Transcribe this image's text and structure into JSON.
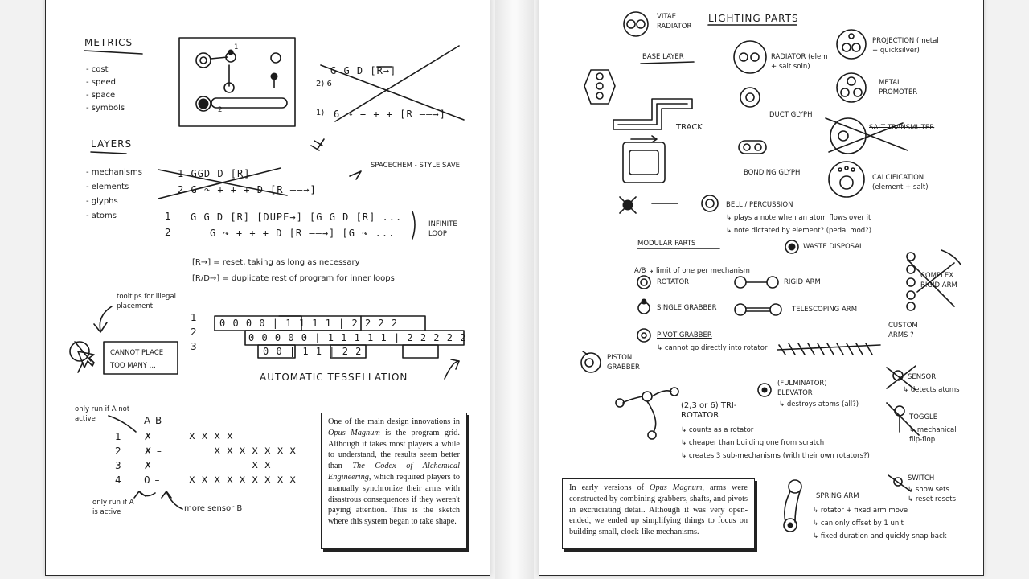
{
  "left": {
    "metrics": {
      "title": "METRICS",
      "items": [
        "- cost",
        "- speed",
        "- space",
        "- symbols"
      ]
    },
    "layers": {
      "title": "LAYERS",
      "items": [
        "- mechanisms",
        "- elements",
        "- glyphs",
        "- atoms"
      ]
    },
    "diagram_labels": {
      "one": "1",
      "two": "2"
    },
    "sequence_top": {
      "row2_label": "2) 6",
      "row2_code": "G G D [R→]",
      "row1_label": "1)",
      "row1_code": "6 ↷ + + + [R ——→]"
    },
    "spacechem_note": "SPACECHEM - STYLE SAVE",
    "crossed": {
      "r1": "1 GGD D [R]",
      "r2": "2 G ↷ + + + D [R ——→]"
    },
    "loop": {
      "n1": "1",
      "n2": "2",
      "r1": "G G D [R] [DUPE→] [G G D [R] ...",
      "r2": "G ↷ + + + D [R ——→] [G ↷ ...",
      "note": "INFINITE LOOP"
    },
    "defs": {
      "reset": "[R→] = reset, taking as long as necessary",
      "dupe": "[R/D→] = duplicate rest of program for inner loops"
    },
    "tooltip": {
      "note": "tooltips for illegal placement",
      "box_line1": "CANNOT PLACE",
      "box_line2": "TOO MANY ..."
    },
    "tessellation": {
      "rows": [
        {
          "n": "1",
          "cells": "0 0 0 0 | 1 1 1 1 | 2 2 2 2"
        },
        {
          "n": "2",
          "cells": "0 0 0 0 0 | 1 1 1 1 1 | 2 2 2 2 2"
        },
        {
          "n": "3",
          "cells": "0 0 | 1 1 | 2 2"
        }
      ],
      "label": "AUTOMATIC TESSELLATION"
    },
    "grid": {
      "note_top": "only run if A not active",
      "header": "A B",
      "rows": [
        {
          "n": "1",
          "ab": "✗ –",
          "x": "x x x x"
        },
        {
          "n": "2",
          "ab": "✗ –",
          "x": "    x x x x x x x"
        },
        {
          "n": "3",
          "ab": "✗ –",
          "x": "          x x"
        },
        {
          "n": "4",
          "ab": "0 –",
          "x": "x x x x x x x x x"
        }
      ],
      "note_bottom": "only run if A is active",
      "sensor_note": "more sensor B"
    },
    "caption": {
      "p1": "One of the main design innovations in ",
      "e1": "Opus Magnum",
      "p2": " is the program grid. Although it takes most players a while to understand, the results seem better than ",
      "e2": "The Codex of Alchemical Engineering",
      "p3": ", which required players to manually synchronize their arms with disastrous consequences if they weren't paying attention. This is the sketch where this system began to take shape."
    }
  },
  "right": {
    "vitae": "VITAE RADIATOR",
    "lighting": "LIGHTING PARTS",
    "base_layer": "BASE LAYER",
    "radiator": "RADIATOR (elem + salt soln)",
    "projection": "PROJECTION (metal + quicksilver)",
    "metal_promoter": "METAL PROMOTER",
    "track": "TRACK",
    "duct_glyph": "DUCT GLYPH",
    "bonding_glyph": "BONDING GLYPH",
    "crossed_transmuter": "SALT TRANSMUTER",
    "calcification": "CALCIFICATION (element + salt)",
    "bell": "BELL / PERCUSSION",
    "bell_note1": "↳ plays a note when an atom flows over it",
    "bell_note2": "↳ note dictated by element? (pedal mod?)",
    "modular": "MODULAR PARTS",
    "waste": "WASTE DISPOSAL",
    "ab_note": "A/B ↳ limit of one per mechanism",
    "rotator": "ROTATOR",
    "rigid_arm": "RIGID ARM",
    "single_grabber": "SINGLE GRABBER",
    "telescoping_arm": "TELESCOPING ARM",
    "pivot_grabber": "PIVOT GRABBER",
    "pivot_note": "↳ cannot go directly into rotator",
    "piston_grabber": "PISTON GRABBER",
    "complex_arm": "COMPLEX RIGID ARM",
    "custom_arms": "CUSTOM ARMS ?",
    "fulminator": "(FULMINATOR) ELEVATOR",
    "fulminator_note": "↳ destroys atoms (all?)",
    "sensor": "SENSOR",
    "sensor_note": "↳ detects atoms",
    "tri_rotator": "(2,3 or 6) TRI-ROTATOR",
    "tri_notes": [
      "↳ counts as a rotator",
      "↳ cheaper than building one from scratch",
      "↳ creates 3 sub-mechanisms (with their own rotators?)"
    ],
    "toggle": "TOGGLE",
    "toggle_note": "↳ mechanical flip-flop",
    "switch": "SWITCH",
    "switch_notes": [
      "↳ show sets",
      "↳ reset resets"
    ],
    "spring_arm": "SPRING ARM",
    "spring_notes": [
      "↳ rotator + fixed arm move",
      "↳ can only offset by 1 unit",
      "↳ fixed duration and quickly snap back"
    ],
    "caption": {
      "p1": "In early versions of ",
      "e1": "Opus Magnum",
      "p2": ", arms were constructed by combining grabbers, shafts, and pivots in excruciating detail. Although it was very open-ended, we ended up simplifying things to focus on building small, clock-like mechanisms."
    }
  }
}
